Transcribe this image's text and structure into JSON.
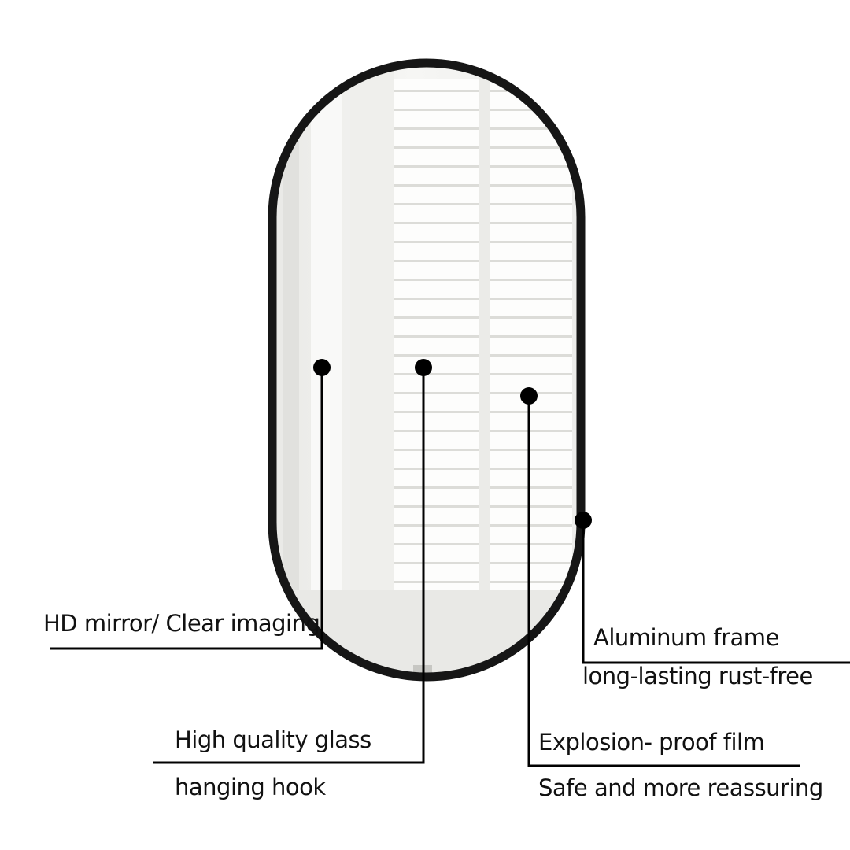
{
  "colors": {
    "frame": "#161616",
    "callout": "#000000",
    "text": "#111111",
    "glass": "#f2f2f0",
    "shutter": "#fbfbfa",
    "shadow": "#d4d4d1"
  },
  "labels": {
    "hd_mirror": "HD mirror/ Clear imaging",
    "glass_quality": "High quality glass",
    "hanging_hook": "hanging hook",
    "explosion_film": "Explosion- proof film",
    "safe": "Safe and more reassuring",
    "aluminum_frame": "Aluminum frame",
    "rust_free": "long-lasting rust-free"
  }
}
